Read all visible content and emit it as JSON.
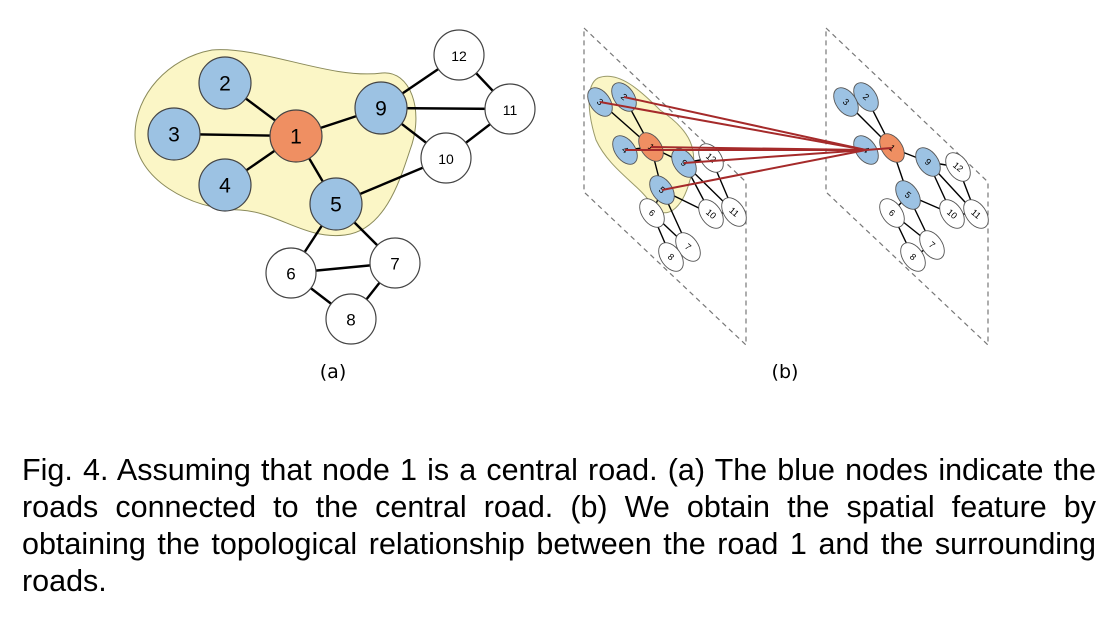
{
  "figure": {
    "subcaption_a": "(a)",
    "subcaption_b": "(b)",
    "nodes": [
      {
        "id": "1",
        "label": "1",
        "role": "central"
      },
      {
        "id": "2",
        "label": "2",
        "role": "connected"
      },
      {
        "id": "3",
        "label": "3",
        "role": "connected"
      },
      {
        "id": "4",
        "label": "4",
        "role": "connected"
      },
      {
        "id": "5",
        "label": "5",
        "role": "connected"
      },
      {
        "id": "6",
        "label": "6",
        "role": "other"
      },
      {
        "id": "7",
        "label": "7",
        "role": "other"
      },
      {
        "id": "8",
        "label": "8",
        "role": "other"
      },
      {
        "id": "9",
        "label": "9",
        "role": "connected"
      },
      {
        "id": "10",
        "label": "10",
        "role": "other"
      },
      {
        "id": "11",
        "label": "11",
        "role": "other"
      },
      {
        "id": "12",
        "label": "12",
        "role": "other"
      }
    ],
    "edges": [
      [
        "1",
        "2"
      ],
      [
        "1",
        "3"
      ],
      [
        "1",
        "4"
      ],
      [
        "1",
        "5"
      ],
      [
        "1",
        "9"
      ],
      [
        "9",
        "12"
      ],
      [
        "9",
        "11"
      ],
      [
        "9",
        "10"
      ],
      [
        "12",
        "11"
      ],
      [
        "11",
        "10"
      ],
      [
        "5",
        "10"
      ],
      [
        "5",
        "6"
      ],
      [
        "5",
        "7"
      ],
      [
        "6",
        "7"
      ],
      [
        "6",
        "8"
      ],
      [
        "7",
        "8"
      ]
    ],
    "colors": {
      "central": "#ef8f62",
      "connected": "#9cc2e3",
      "other": "#ffffff",
      "region": "#fbf6c6",
      "link": "#a52a2a"
    }
  },
  "caption": "Fig. 4. Assuming that node 1 is a central road. (a) The blue nodes indicate the roads connected to the central road. (b) We obtain the spatial feature by obtaining the topological relationship between the road 1 and the surrounding roads."
}
